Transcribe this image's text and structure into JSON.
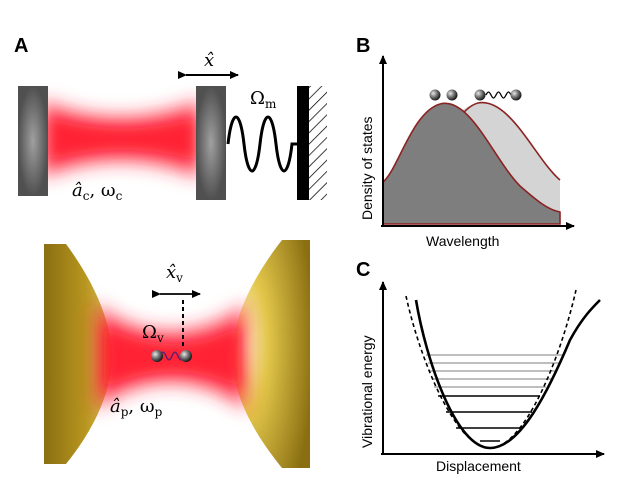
{
  "panels": {
    "a": {
      "letter": "A",
      "displacement_symbol": "x̂",
      "mechanical_frequency": {
        "symbol": "Ω",
        "sub": "m"
      },
      "cavity_mode": {
        "op": "â",
        "op_sub": "c",
        "freq": "ω",
        "freq_sub": "c"
      },
      "vibration_displacement": {
        "symbol": "x̂",
        "sub": "v"
      },
      "vibration_frequency": {
        "symbol": "Ω",
        "sub": "v"
      },
      "plasmon_mode": {
        "op": "â",
        "op_sub": "p",
        "freq": "ω",
        "freq_sub": "p"
      }
    },
    "b": {
      "letter": "B",
      "ylabel": "Density of states",
      "xlabel": "Wavelength"
    },
    "c": {
      "letter": "C",
      "ylabel": "Vibrational energy",
      "xlabel": "Displacement"
    }
  },
  "colors": {
    "cavity_field": "#ff1f3a",
    "mirror": "#5a5a5a",
    "gold": "#c9a92a",
    "peak_dark": "#7a7a7a",
    "peak_light": "#d3d3d3",
    "peak_outline": "#8b2323",
    "level_dark": "#000000",
    "level_light": "#a8a8a8"
  }
}
